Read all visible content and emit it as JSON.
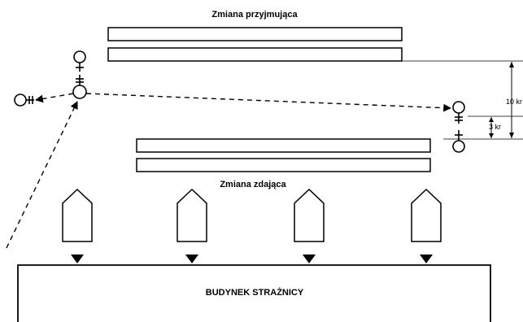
{
  "labels": {
    "incoming_shift": "Zmiana przyjmująca",
    "outgoing_shift": "Zmiana zdająca",
    "building": "BUDYNEK  STRAŻNICY",
    "dist_10": "10 kr",
    "dist_3": "3 kr"
  },
  "colors": {
    "stroke": "#000000",
    "background": "#ffffff"
  },
  "icons": {
    "person": "female-symbol",
    "rank_mark": "double-bar",
    "sentry_post": "pentagon-booth",
    "marker": "down-triangle"
  },
  "counts": {
    "sentry_posts": 4
  }
}
